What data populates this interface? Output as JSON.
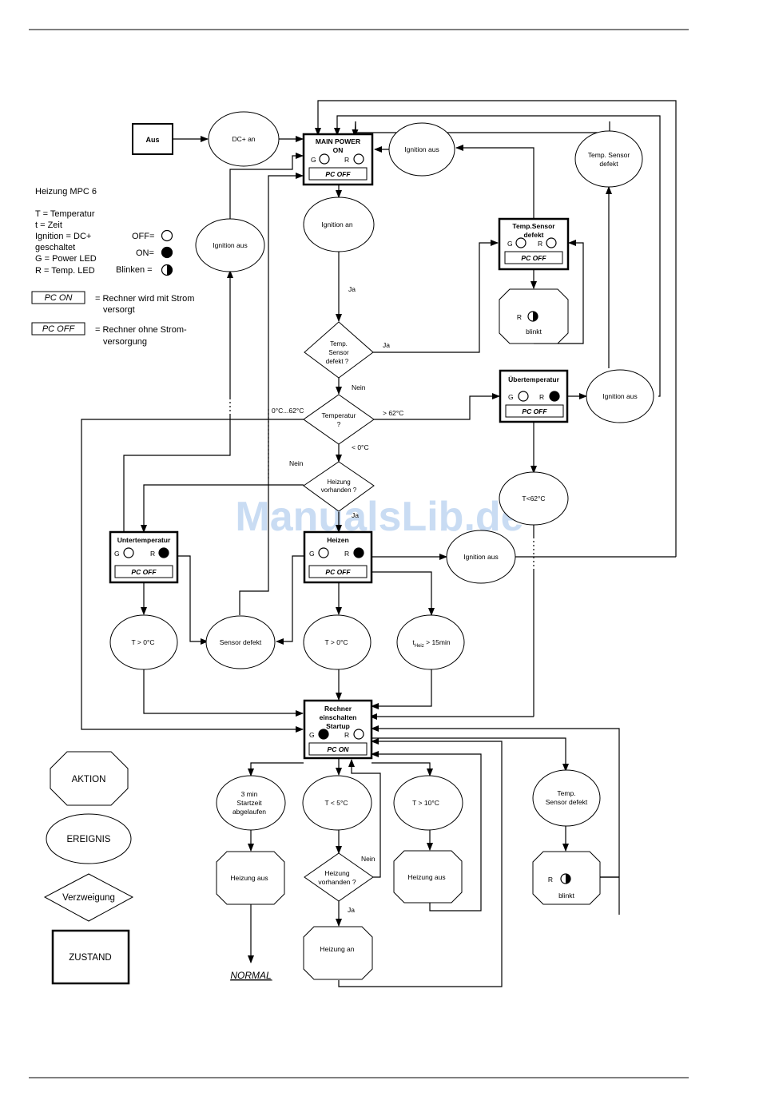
{
  "states": {
    "main_power": {
      "title": "MAIN POWER",
      "title2": "ON",
      "g": "G",
      "r": "R",
      "mode": "PC OFF"
    },
    "temp_sensor": {
      "title": "Temp.Sensor",
      "title2": "defekt",
      "g": "G",
      "r": "R",
      "mode": "PC OFF"
    },
    "uebertemp": {
      "title": "Übertemperatur",
      "g": "G",
      "r": "R",
      "mode": "PC OFF"
    },
    "untertemp": {
      "title": "Untertemperatur",
      "g": "G",
      "r": "R",
      "mode": "PC OFF"
    },
    "heizen": {
      "title": "Heizen",
      "g": "G",
      "r": "R",
      "mode": "PC OFF"
    },
    "rechner": {
      "title": "Rechner",
      "title2": "einschalten",
      "title3": "Startup",
      "g": "G",
      "r": "R",
      "mode": "PC ON"
    },
    "aus": {
      "title": "Aus"
    }
  },
  "events": {
    "dc_an": "DC+ an",
    "ignition_aus_top": "Ignition aus",
    "temp_sensor_defekt_top": [
      "Temp. Sensor",
      "defekt"
    ],
    "ignition_an": "Ignition an",
    "ignition_aus_left": "Ignition aus",
    "ignition_aus_right": "Ignition aus",
    "t_62": "T<62°C",
    "ignition_aus_heizen": "Ignition aus",
    "t_0_left": "T > 0°C",
    "sensor_defekt": "Sensor defekt",
    "t_0_mid": "T > 0°C",
    "t_heiz": [
      "t",
      "Heiz",
      " > 15min"
    ],
    "startzeit": [
      "3 min",
      "Startzeit",
      "abgelaufen"
    ],
    "t_5": "T < 5°C",
    "t_10": "T > 10°C",
    "temp_sensor_defekt_bottom": [
      "Temp.",
      "Sensor defekt"
    ]
  },
  "actions": {
    "blinkt_top": {
      "r": "R",
      "text": "blinkt"
    },
    "heizung_aus_left": "Heizung aus",
    "heizung_aus_right": "Heizung aus",
    "heizung_an": "Heizung an",
    "blinkt_bottom": {
      "r": "R",
      "text": "blinkt"
    }
  },
  "decisions": {
    "sensor_defekt": [
      "Temp.",
      "Sensor",
      "defekt ?"
    ],
    "temperatur": [
      "Temperatur",
      "?"
    ],
    "heizung_vorhanden": [
      "Heizung",
      "vorhanden ?"
    ],
    "heizung_vorhanden_2": [
      "Heizung",
      "vorhanden ?"
    ]
  },
  "edge_labels": {
    "ja1": "Ja",
    "ja2": "Ja",
    "nein1": "Nein",
    "range": "0°C...62°C",
    "gt62": "> 62°C",
    "lt0": "< 0°C",
    "nein2": "Nein",
    "ja3": "Ja",
    "nein3": "Nein",
    "ja4": "Ja"
  },
  "normal": "NORMAL",
  "legend": {
    "title": "Heizung MPC 6",
    "lines": [
      "T = Temperatur",
      "t = Zeit",
      "Ignition = DC+",
      "geschaltet",
      "G = Power LED",
      "R = Temp. LED"
    ],
    "off": "OFF=",
    "on": "ON=",
    "blinken": "Blinken =",
    "pc_on": "PC ON",
    "pc_on_desc": [
      "= Rechner wird mit Strom",
      "versorgt"
    ],
    "pc_off": "PC OFF",
    "pc_off_desc": [
      "= Rechner ohne Strom-",
      "versorgung"
    ]
  },
  "shape_legend": {
    "aktion": "AKTION",
    "ereignis": "EREIGNIS",
    "verzweigung": "Verzweigung",
    "zustand": "ZUSTAND"
  },
  "watermark": "ManualsLib.de"
}
